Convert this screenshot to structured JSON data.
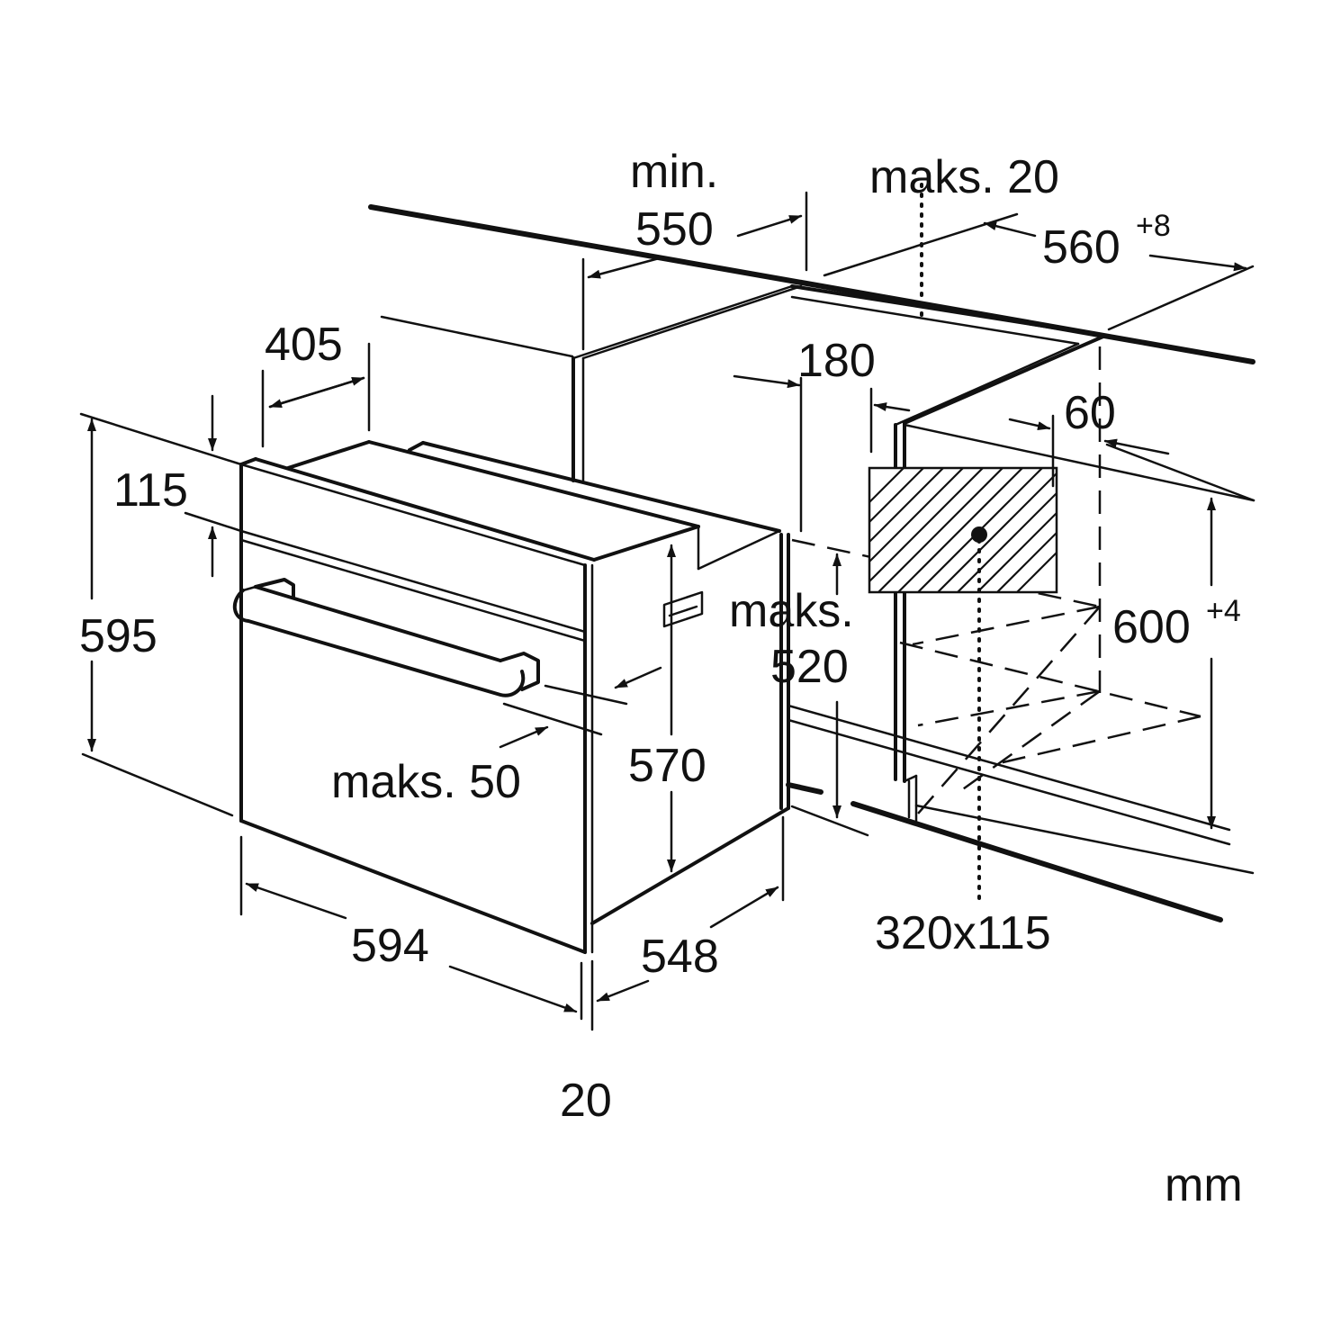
{
  "unit": "mm",
  "labels": {
    "cabinet_depth_min": "min.",
    "cabinet_depth_value": "550",
    "worktop_gap": "maks. 20",
    "niche_width_value": "560",
    "niche_width_tol": "+8",
    "top_rail": "405",
    "panel_height": "115",
    "oven_height": "595",
    "side_offset": "180",
    "back_gap": "60",
    "niche_height_value": "600",
    "niche_height_tol": "+4",
    "max_520_label": "maks.",
    "max_520_value": "520",
    "body_height": "570",
    "front_thickness": "maks. 50",
    "vent_opening": "320x115",
    "oven_width": "594",
    "oven_depth": "548",
    "front_extra": "20"
  }
}
